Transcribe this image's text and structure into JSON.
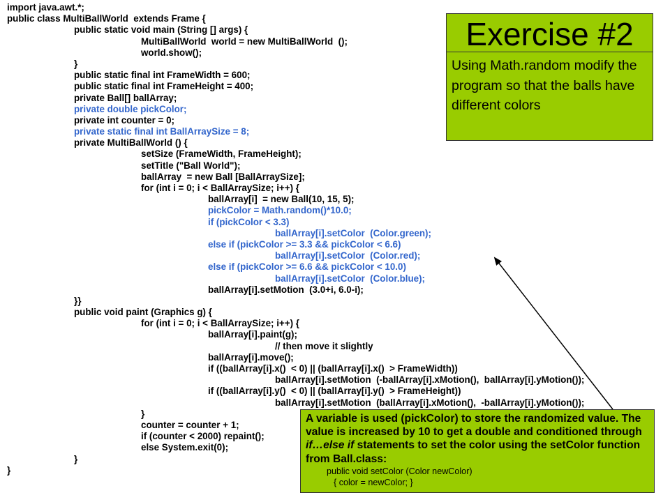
{
  "code_lines": [
    {
      "text": "import java.awt.*;",
      "indent": 1,
      "highlight": false
    },
    {
      "text": "public class MultiBallWorld  extends Frame {",
      "indent": 1,
      "highlight": false
    },
    {
      "text": "public static void main (String [] args) {",
      "indent": 2,
      "highlight": false
    },
    {
      "text": "MultiBallWorld  world = new MultiBallWorld  ();",
      "indent": 3,
      "highlight": false
    },
    {
      "text": "world.show();",
      "indent": 3,
      "highlight": false
    },
    {
      "text": "}",
      "indent": 2,
      "highlight": false
    },
    {
      "text": "public static final int FrameWidth = 600;",
      "indent": 2,
      "highlight": false
    },
    {
      "text": "public static final int FrameHeight = 400;",
      "indent": 2,
      "highlight": false
    },
    {
      "text": "private Ball[] ballArray;",
      "indent": 2,
      "highlight": false
    },
    {
      "text": "private double pickColor;",
      "indent": 2,
      "highlight": true
    },
    {
      "text": "private int counter = 0;",
      "indent": 2,
      "highlight": false
    },
    {
      "text": "private static final int BallArraySize = 8;",
      "indent": 2,
      "highlight": true
    },
    {
      "text": "private MultiBallWorld () {",
      "indent": 2,
      "highlight": false
    },
    {
      "text": "setSize (FrameWidth, FrameHeight);",
      "indent": 3,
      "highlight": false
    },
    {
      "text": "setTitle (\"Ball World\");",
      "indent": 3,
      "highlight": false
    },
    {
      "text": "ballArray  = new Ball [BallArraySize];",
      "indent": 3,
      "highlight": false
    },
    {
      "text": "for (int i = 0; i < BallArraySize; i++) {",
      "indent": 3,
      "highlight": false
    },
    {
      "text": "ballArray[i]  = new Ball(10, 15, 5);",
      "indent": 4,
      "highlight": false
    },
    {
      "text": "pickColor = Math.random()*10.0;",
      "indent": 4,
      "highlight": true
    },
    {
      "text": "if (pickColor < 3.3)",
      "indent": 4,
      "highlight": true
    },
    {
      "text": "ballArray[i].setColor  (Color.green);",
      "indent": 5,
      "highlight": true
    },
    {
      "text": "else if (pickColor >= 3.3 && pickColor < 6.6)",
      "indent": 4,
      "highlight": true
    },
    {
      "text": "ballArray[i].setColor  (Color.red);",
      "indent": 5,
      "highlight": true
    },
    {
      "text": "else if (pickColor >= 6.6 && pickColor < 10.0)",
      "indent": 4,
      "highlight": true
    },
    {
      "text": "ballArray[i].setColor  (Color.blue);",
      "indent": 5,
      "highlight": true
    },
    {
      "text": "ballArray[i].setMotion  (3.0+i, 6.0-i);",
      "indent": 4,
      "highlight": false
    },
    {
      "text": "}}",
      "indent": 2,
      "highlight": false
    },
    {
      "text": "public void paint (Graphics g) {",
      "indent": 2,
      "highlight": false
    },
    {
      "text": "for (int i = 0; i < BallArraySize; i++) {",
      "indent": 3,
      "highlight": false
    },
    {
      "text": "ballArray[i].paint(g);",
      "indent": 4,
      "highlight": false
    },
    {
      "text": "// then move it slightly",
      "indent": 5,
      "highlight": false
    },
    {
      "text": "ballArray[i].move();",
      "indent": 4,
      "highlight": false
    },
    {
      "text": "if ((ballArray[i].x()  < 0) || (ballArray[i].x()  > FrameWidth))",
      "indent": 4,
      "highlight": false
    },
    {
      "text": "ballArray[i].setMotion  (-ballArray[i].xMotion(),  ballArray[i].yMotion());",
      "indent": 5,
      "highlight": false
    },
    {
      "text": "if ((ballArray[i].y()  < 0) || (ballArray[i].y()  > FrameHeight))",
      "indent": 4,
      "highlight": false
    },
    {
      "text": "ballArray[i].setMotion  (ballArray[i].xMotion(),  -ballArray[i].yMotion());",
      "indent": 5,
      "highlight": false
    },
    {
      "text": "}",
      "indent": 3,
      "highlight": false
    },
    {
      "text": "counter = counter + 1;",
      "indent": 3,
      "highlight": false
    },
    {
      "text": "if (counter < 2000) repaint();",
      "indent": 3,
      "highlight": false
    },
    {
      "text": "else System.exit(0);",
      "indent": 3,
      "highlight": false
    },
    {
      "text": "}",
      "indent": 2,
      "highlight": false
    },
    {
      "text": "}",
      "indent": 1,
      "highlight": false
    }
  ],
  "exercise": {
    "title": "Exercise #2",
    "description": "Using Math.random modify the program so that the balls have different colors"
  },
  "note": {
    "text_before": "A variable is used (pickColor) to store the randomized value. The value is increased by 10 to get a double and conditioned through ",
    "text_italic": "if…else if",
    "text_after": " statements to set the color using the setColor function from Ball.class:",
    "code_line_1": "public void setColor (Color newColor)",
    "code_line_2": "{ color = newColor; }"
  },
  "colors": {
    "highlight_code": "#3366cc",
    "box_fill": "#99cc00",
    "box_border": "#333333",
    "text": "#000000"
  }
}
